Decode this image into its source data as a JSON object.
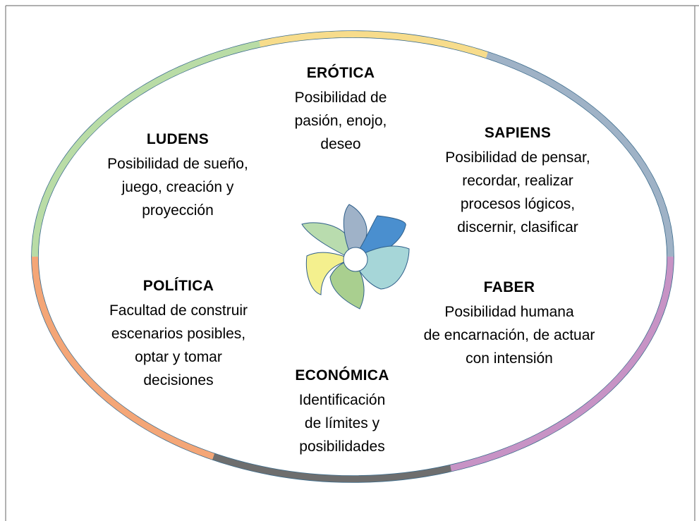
{
  "colors": {
    "ring_top": "#f7dc8b",
    "ring_upper_left": "#b9dca6",
    "ring_upper_right": "#9fb2c6",
    "ring_lower_left": "#f4a677",
    "ring_lower_right": "#c793c5",
    "ring_bottom": "#6e6e6e",
    "petal_yellow": "#f4f08e",
    "petal_green": "#a9cf8f",
    "petal_lightgreen": "#b9dcae",
    "petal_gray": "#9fb2c8",
    "petal_blue": "#4a8fcf",
    "petal_teal": "#a6d6d8"
  },
  "dimensions": [
    {
      "title": "ERÓTICA",
      "lines": [
        "Posibilidad de",
        "pasión, enojo,",
        "deseo"
      ]
    },
    {
      "title": "SAPIENS",
      "lines": [
        "Posibilidad de pensar,",
        "recordar, realizar",
        "procesos lógicos,",
        "discernir, clasificar"
      ]
    },
    {
      "title": "LUDENS",
      "lines": [
        "Posibilidad de sueño,",
        "juego, creación y",
        "proyección"
      ]
    },
    {
      "title": "POLÍTICA",
      "lines": [
        "Facultad de construir",
        "escenarios posibles,",
        "optar y tomar",
        "decisiones"
      ]
    },
    {
      "title": "FABER",
      "lines": [
        "Posibilidad humana",
        "de encarnación, de actuar",
        "con intensión"
      ]
    },
    {
      "title": "ECONÓMICA",
      "lines": [
        "Identificación",
        "de límites y",
        "posibilidades"
      ]
    }
  ]
}
